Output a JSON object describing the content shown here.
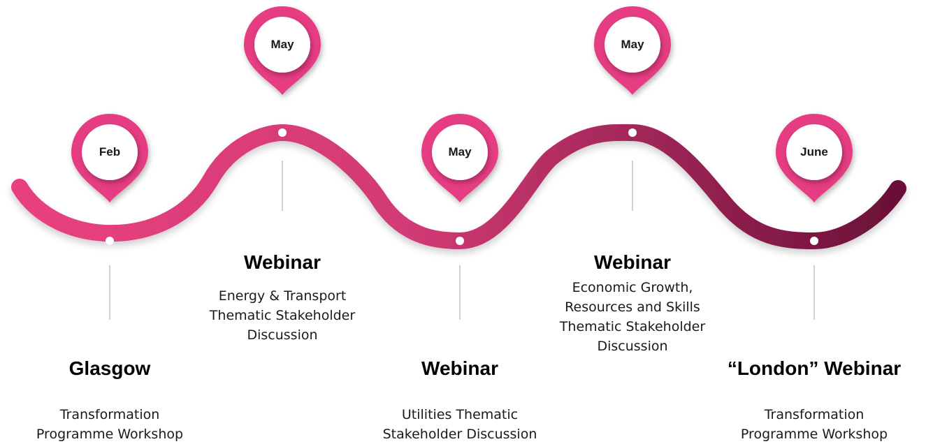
{
  "events": [
    {
      "month": "Feb",
      "title": "Glasgow",
      "description": [
        "Transformation",
        "Programme Workshop"
      ]
    },
    {
      "month": "May",
      "title": "Webinar",
      "description": [
        "Energy & Transport",
        "Thematic Stakeholder",
        "Discussion"
      ]
    },
    {
      "month": "May",
      "title": "Webinar",
      "description": [
        "Utilities Thematic",
        "Stakeholder Discussion"
      ]
    },
    {
      "month": "May",
      "title": "Webinar",
      "description": [
        "Economic Growth,",
        "Resources and Skills",
        "Thematic Stakeholder",
        "Discussion"
      ]
    },
    {
      "month": "June",
      "title": "“London” Webinar",
      "description": [
        "Transformation",
        "Programme Workshop"
      ]
    }
  ],
  "colors": {
    "pin": "#e63c82",
    "wave_start": "#e8417f",
    "wave_end": "#6a1038",
    "connector": "#bfbfbf"
  }
}
